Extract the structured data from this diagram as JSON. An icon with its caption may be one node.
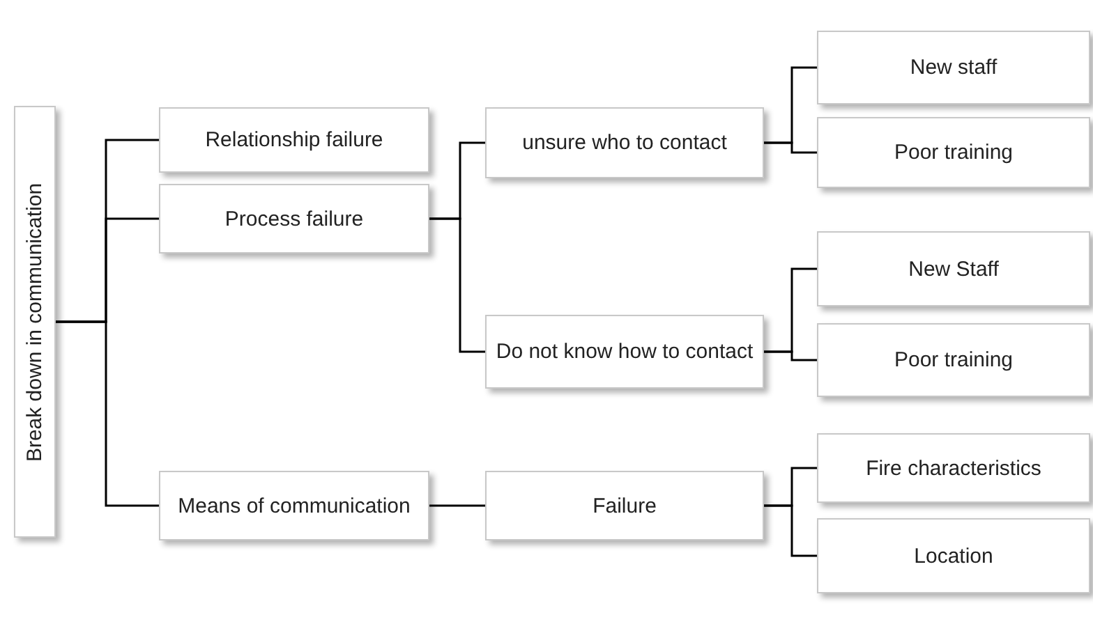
{
  "diagram": {
    "nodes": [
      {
        "text": [
          "Break down in communication"
        ]
      },
      {
        "text": [
          "Relationship failure"
        ]
      },
      {
        "text": [
          "Process failure"
        ]
      },
      {
        "text": [
          "Means of communication"
        ]
      },
      {
        "text": [
          "unsure who to contact"
        ]
      },
      {
        "text": [
          "Do not know how to contact"
        ]
      },
      {
        "text": [
          "Failure"
        ]
      },
      {
        "text": [
          "New staff"
        ]
      },
      {
        "text": [
          "Poor training"
        ]
      },
      {
        "text": [
          "New Staff"
        ]
      },
      {
        "text": [
          "Poor training"
        ]
      },
      {
        "text": [
          "Fire characteristics"
        ]
      },
      {
        "text": [
          "Location"
        ]
      }
    ],
    "edges": [
      {
        "from": 0,
        "to": 1,
        "arrow": "none"
      },
      {
        "from": 0,
        "to": 2,
        "arrow": "none"
      },
      {
        "from": 0,
        "to": 3,
        "arrow": "none"
      },
      {
        "from": 2,
        "to": 4,
        "arrow": "none"
      },
      {
        "from": 2,
        "to": 5,
        "arrow": "none"
      },
      {
        "from": 4,
        "to": 7,
        "arrow": "none"
      },
      {
        "from": 4,
        "to": 8,
        "arrow": "none"
      },
      {
        "from": 5,
        "to": 9,
        "arrow": "none"
      },
      {
        "from": 5,
        "to": 10,
        "arrow": "none"
      },
      {
        "from": 3,
        "to": 6,
        "arrow": "none"
      },
      {
        "from": 6,
        "to": 11,
        "arrow": "none"
      },
      {
        "from": 6,
        "to": 12,
        "arrow": "none"
      }
    ]
  }
}
